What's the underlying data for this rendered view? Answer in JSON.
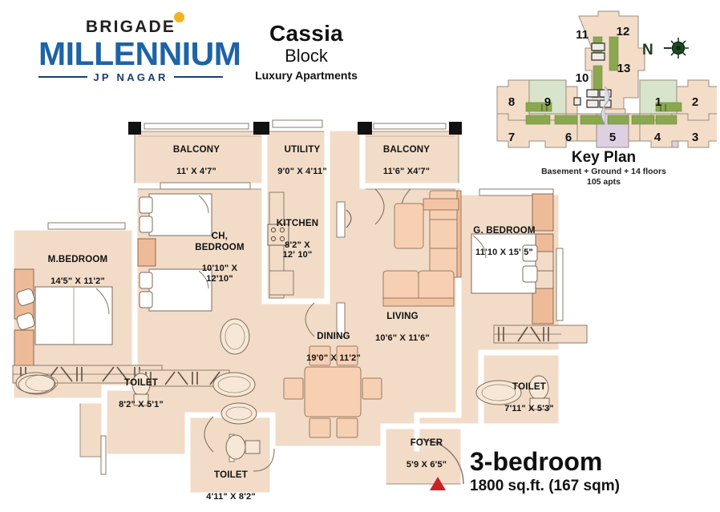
{
  "brand": {
    "top_word": "BRIGADE",
    "main_word": "MILLENNIUM",
    "location": "JP NAGAR",
    "dot_color": "#f4b223",
    "main_color": "#1d63a8"
  },
  "block_title": {
    "name": "Cassia",
    "block": "Block",
    "tagline": "Luxury Apartments"
  },
  "key_plan": {
    "caption": "Key Plan",
    "floors_line": "Basement + Ground + 14 floors",
    "apts_line": "105 apts",
    "north_label": "N",
    "compass_icon": "compass-rose-icon",
    "units": [
      "1",
      "2",
      "3",
      "4",
      "5",
      "6",
      "7",
      "8",
      "9",
      "10",
      "11",
      "12",
      "13"
    ],
    "unit_colors": {
      "peach": "#f3ddc9",
      "green": "#d8e4cb",
      "lilac": "#ddd0e2",
      "corridor_green": "#8fae56",
      "core_grey": "#d8d5d0"
    }
  },
  "footer": {
    "type": "3-bedroom",
    "area": "1800 sq.ft. (167 sqm)"
  },
  "plan": {
    "fill_color": "#f2dcc8",
    "wall_color": "#ffffff",
    "outline_color": "#8a7a6a",
    "entry_marker": "entry-door-triangle-icon",
    "rooms": [
      {
        "key": "balcony_left",
        "name": "BALCONY",
        "dims": "11' X 4'7\""
      },
      {
        "key": "utility",
        "name": "UTILITY",
        "dims": "9'0\" X 4'11\""
      },
      {
        "key": "balcony_right",
        "name": "BALCONY",
        "dims": "11'6\" X4'7\""
      },
      {
        "key": "m_bedroom",
        "name": "M.BEDROOM",
        "dims": "14'5\" X 11'2\""
      },
      {
        "key": "ch_bedroom",
        "name": "CH,\nBEDROOM",
        "dims": "10'10\" X\n12'10\""
      },
      {
        "key": "kitchen",
        "name": "KITCHEN",
        "dims": "8'2\" X\n12' 10\""
      },
      {
        "key": "g_bedroom",
        "name": "G. BEDROOM",
        "dims": "11'10 X 15' 5\""
      },
      {
        "key": "living",
        "name": "LIVING",
        "dims": "10'6\" X 11'6\""
      },
      {
        "key": "dining",
        "name": "DINING",
        "dims": "19'0\" X 11'2\""
      },
      {
        "key": "toilet_left",
        "name": "TOILET",
        "dims": "8'2\" X 5'1\""
      },
      {
        "key": "toilet_bottom",
        "name": "TOILET",
        "dims": "4'11\" X 8'2\""
      },
      {
        "key": "toilet_right",
        "name": "TOILET",
        "dims": "7'11\" X 5'3\""
      },
      {
        "key": "foyer",
        "name": "FOYER",
        "dims": "5'9 X 6'5\""
      }
    ]
  }
}
